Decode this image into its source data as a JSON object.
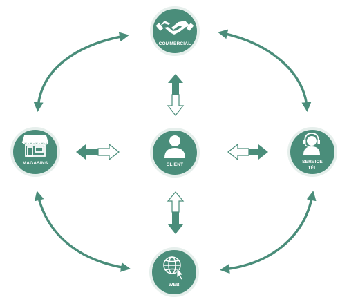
{
  "colors": {
    "primary": "#4a8d7a",
    "arrow_outline": "#4a8d7a",
    "node_border": "#e6efec",
    "background": "#ffffff"
  },
  "nodes": {
    "commercial": {
      "label": "COMMERCIAL",
      "icon": "handshake-icon"
    },
    "magasins": {
      "label": "MAGASINS",
      "icon": "storefront-icon"
    },
    "client": {
      "label": "CLIENT",
      "icon": "person-icon"
    },
    "service": {
      "label_line1": "SERVICE",
      "label_line2": "TÉL",
      "icon": "headset-icon"
    },
    "web": {
      "label": "WEB",
      "icon": "globe-cursor-icon"
    }
  }
}
